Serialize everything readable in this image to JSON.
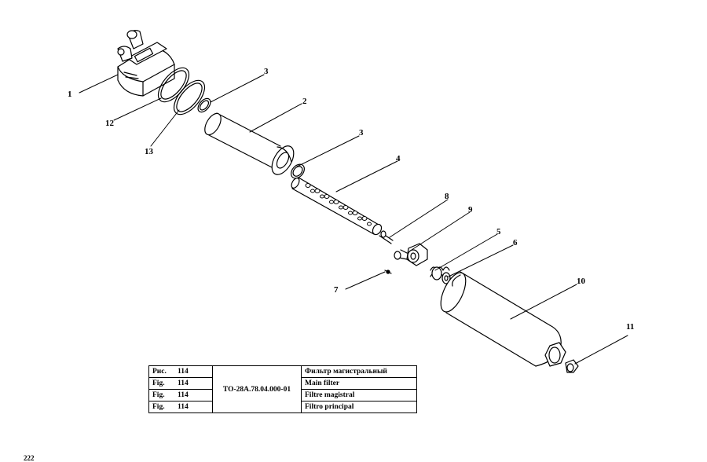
{
  "callouts": {
    "c1": "1",
    "c2": "2",
    "c3a": "3",
    "c3b": "3",
    "c4": "4",
    "c5": "5",
    "c6": "6",
    "c7": "7",
    "c8": "8",
    "c9": "9",
    "c10": "10",
    "c11": "11",
    "c12": "12",
    "c13": "13"
  },
  "caption": {
    "code": "ТО-28А.78.04.000-01",
    "rows": [
      {
        "label": "Рис.",
        "number": "114",
        "title": "Фильтр магистральный"
      },
      {
        "label": "Fig.",
        "number": "114",
        "title": "Main filter"
      },
      {
        "label": "Fig.",
        "number": "114",
        "title": "Filtre magistral"
      },
      {
        "label": "Fig.",
        "number": "114",
        "title": "Filtro principal"
      }
    ]
  },
  "page_number": "222"
}
